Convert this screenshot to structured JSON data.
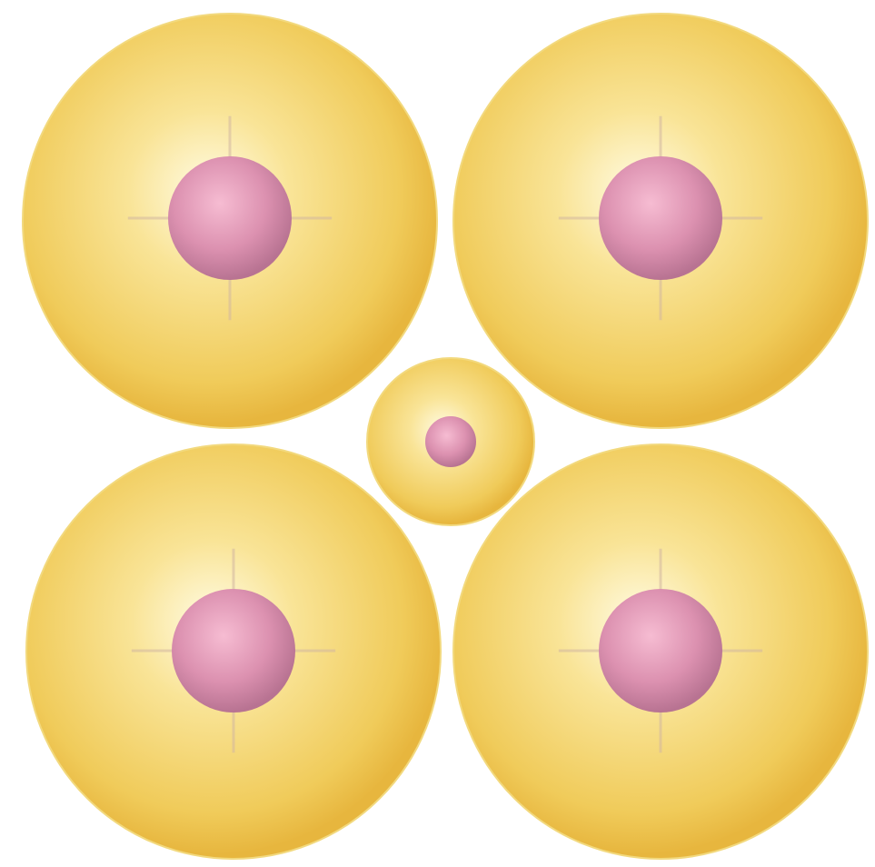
{
  "diagram": {
    "kind": "sphere-packing-interstitial-site",
    "background_color": "#ffffff",
    "colors": {
      "sphere_highlight": "#fffbe3",
      "sphere_mid": "#f9e497",
      "sphere_shell": "#f0cb5a",
      "sphere_edge": "#e7b63e",
      "nucleus_highlight": "#f6bcd2",
      "nucleus_mid": "#dc91b0",
      "nucleus_edge": "#b87392",
      "crosshair": "#d2b7a0"
    },
    "large_spheres": [
      {
        "name": "large-sphere-top-left",
        "has_crosshair": true
      },
      {
        "name": "large-sphere-top-right",
        "has_crosshair": true
      },
      {
        "name": "large-sphere-bottom-left",
        "has_crosshair": true
      },
      {
        "name": "large-sphere-bottom-right",
        "has_crosshair": true
      }
    ],
    "small_sphere": {
      "name": "small-sphere-center",
      "has_crosshair": false
    }
  }
}
